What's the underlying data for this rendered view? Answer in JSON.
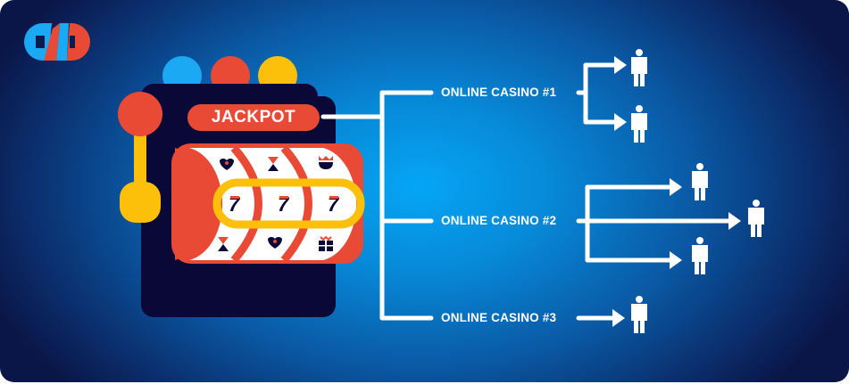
{
  "logo": {
    "name": "brand-logo",
    "colors": [
      "#1aa9f2",
      "#e94a36"
    ]
  },
  "slot_machine": {
    "jackpot_label": "JACKPOT",
    "payline_symbols": [
      "7",
      "7",
      "7"
    ],
    "reel_symbols_top": [
      "heart",
      "hourglass",
      "crown"
    ],
    "reel_symbols_bottom": [
      "hourglass",
      "heart",
      "gift"
    ],
    "top_lights": [
      "#1aa9f2",
      "#e94a36",
      "#fcbf0a"
    ],
    "body_color": "#0a0836",
    "lever_color": "#fcbf0a",
    "knob_color": "#e94a36"
  },
  "branches": [
    {
      "label": "ONLINE CASINO #1",
      "players": 2
    },
    {
      "label": "ONLINE CASINO #2",
      "players": 3
    },
    {
      "label": "ONLINE CASINO #3",
      "players": 1
    }
  ],
  "colors": {
    "accent_red": "#e94a36",
    "accent_yellow": "#fcbf0a",
    "accent_blue": "#1aa9f2",
    "line": "#ffffff"
  }
}
